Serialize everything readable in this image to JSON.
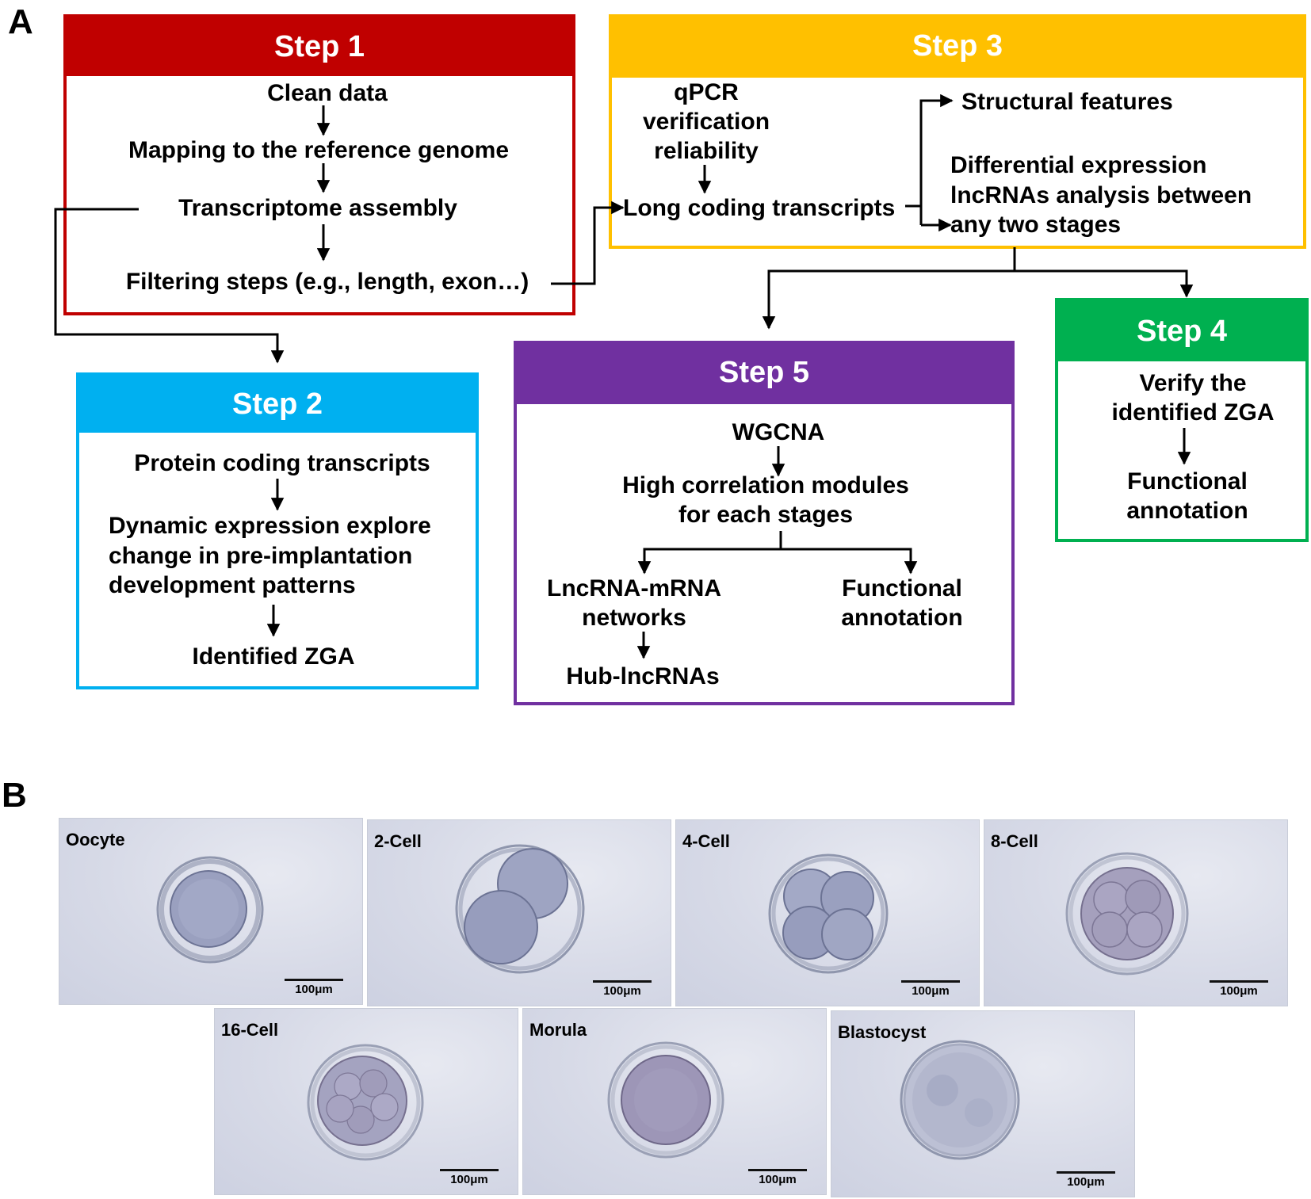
{
  "panels": {
    "a": "A",
    "b": "B"
  },
  "colors": {
    "step1": "#c00000",
    "step2": "#00b0f0",
    "step3": "#ffc000",
    "step4": "#00b050",
    "step5": "#7030a0"
  },
  "step1": {
    "title": "Step 1",
    "items": {
      "clean": "Clean data",
      "mapping": "Mapping to the reference genome",
      "assembly": "Transcriptome assembly",
      "filtering": "Filtering steps (e.g., length, exon…)"
    }
  },
  "step2": {
    "title": "Step 2",
    "items": {
      "protein": "Protein coding transcripts",
      "dynamic_1": "Dynamic expression explore",
      "dynamic_2": "change in pre-implantation",
      "dynamic_3": "development patterns",
      "zga": "Identified ZGA"
    }
  },
  "step3": {
    "title": "Step 3",
    "items": {
      "qpcr_1": "qPCR",
      "qpcr_2": "verification",
      "qpcr_3": "reliability",
      "long": "Long coding transcripts",
      "structural": "Structural features",
      "diff_1": "Differential expression",
      "diff_2": "lncRNAs analysis between",
      "diff_3": "any two stages"
    }
  },
  "step4": {
    "title": "Step 4",
    "items": {
      "verify_1": "Verify the",
      "verify_2": "identified ZGA",
      "func_1": "Functional",
      "func_2": "annotation"
    }
  },
  "step5": {
    "title": "Step 5",
    "items": {
      "wgcna": "WGCNA",
      "modules_1": "High correlation modules",
      "modules_2": "for each stages",
      "network_1": "LncRNA-mRNA",
      "network_2": "networks",
      "func_1": "Functional",
      "func_2": "annotation",
      "hub": "Hub-lncRNAs"
    }
  },
  "micrographs": [
    {
      "label": "Oocyte",
      "scale": "100μm"
    },
    {
      "label": "2-Cell",
      "scale": "100μm"
    },
    {
      "label": "4-Cell",
      "scale": "100μm"
    },
    {
      "label": "8-Cell",
      "scale": "100μm"
    },
    {
      "label": "16-Cell",
      "scale": "100μm"
    },
    {
      "label": "Morula",
      "scale": "100μm"
    },
    {
      "label": "Blastocyst",
      "scale": "100μm"
    }
  ]
}
